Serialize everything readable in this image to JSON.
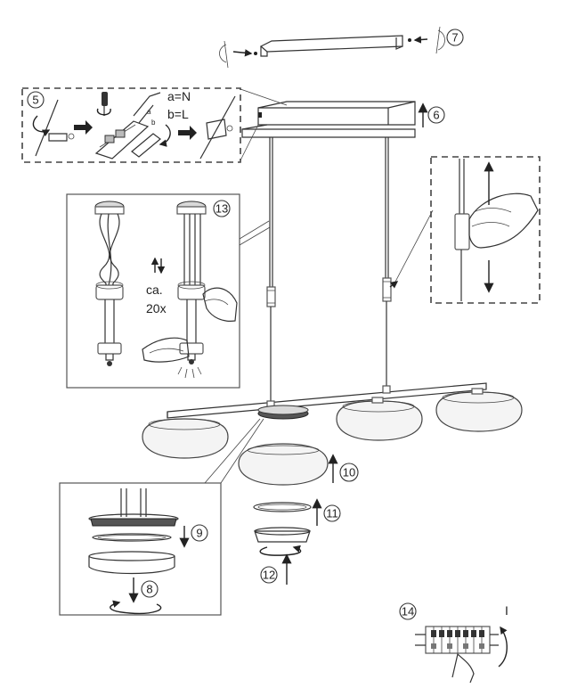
{
  "steps": {
    "s5": "5",
    "s6": "6",
    "s7": "7",
    "s8": "8",
    "s9": "9",
    "s10": "10",
    "s11": "11",
    "s12": "12",
    "s13": "13",
    "s14": "14"
  },
  "labels": {
    "a_n": "a=N",
    "b_l": "b=L",
    "ca": "ca.",
    "times": "20x",
    "switch_on": "I"
  }
}
